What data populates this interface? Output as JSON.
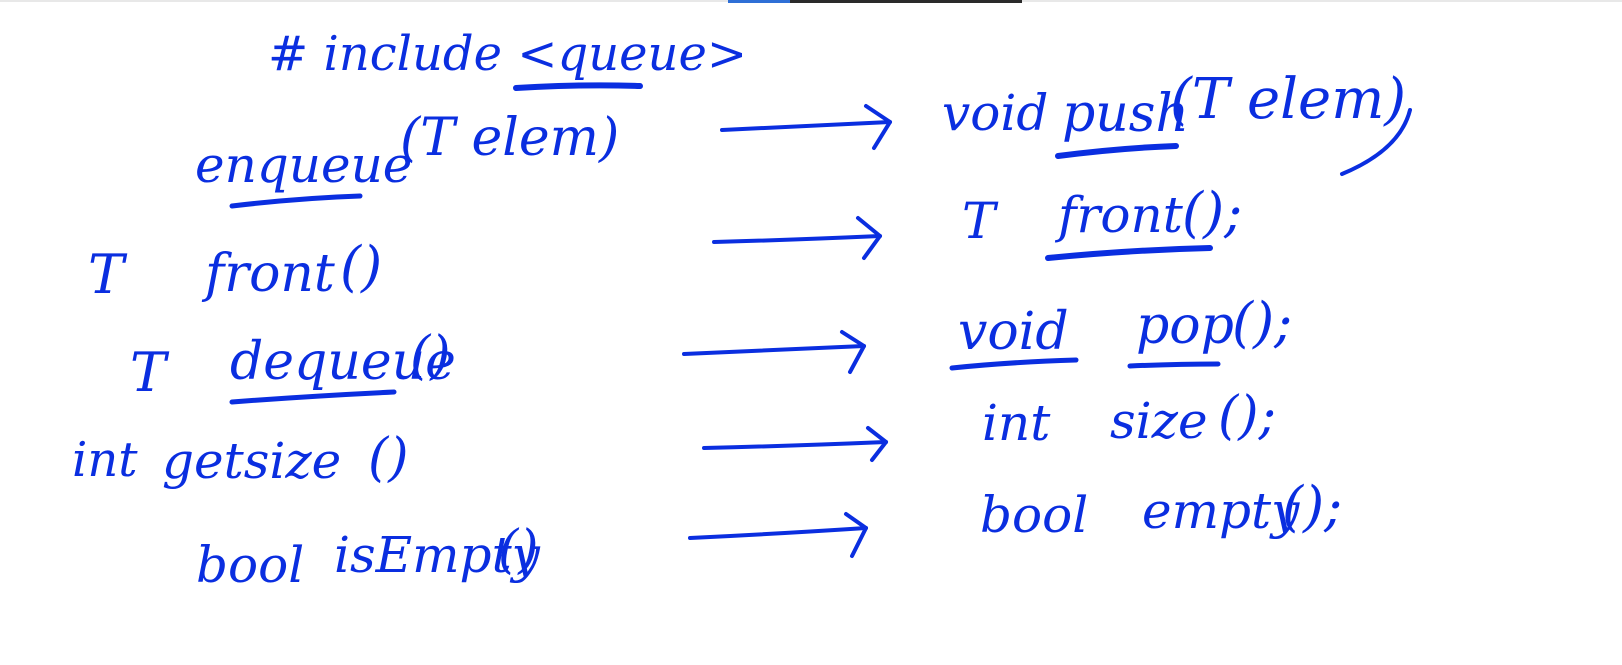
{
  "header": {
    "include_line": "# include <queue>"
  },
  "left_methods": [
    {
      "return_type": "",
      "name": "enqueue",
      "params": "(T elem)"
    },
    {
      "return_type": "T",
      "name": "front",
      "params": "()"
    },
    {
      "return_type": "T",
      "name": "dequeue",
      "params": "()"
    },
    {
      "return_type": "int",
      "name": "getsize",
      "params": "()"
    },
    {
      "return_type": "bool",
      "name": "isEmpty",
      "params": "()"
    }
  ],
  "right_methods": [
    {
      "return_type": "void",
      "name": "push",
      "params": "(T elem)"
    },
    {
      "return_type": "T",
      "name": "front",
      "params": "();"
    },
    {
      "return_type": "void",
      "name": "pop",
      "params": "();"
    },
    {
      "return_type": "int",
      "name": "size",
      "params": "();"
    },
    {
      "return_type": "bool",
      "name": "empty",
      "params": "();"
    }
  ],
  "colors": {
    "ink": "#0a2ee0",
    "background": "#ffffff"
  }
}
